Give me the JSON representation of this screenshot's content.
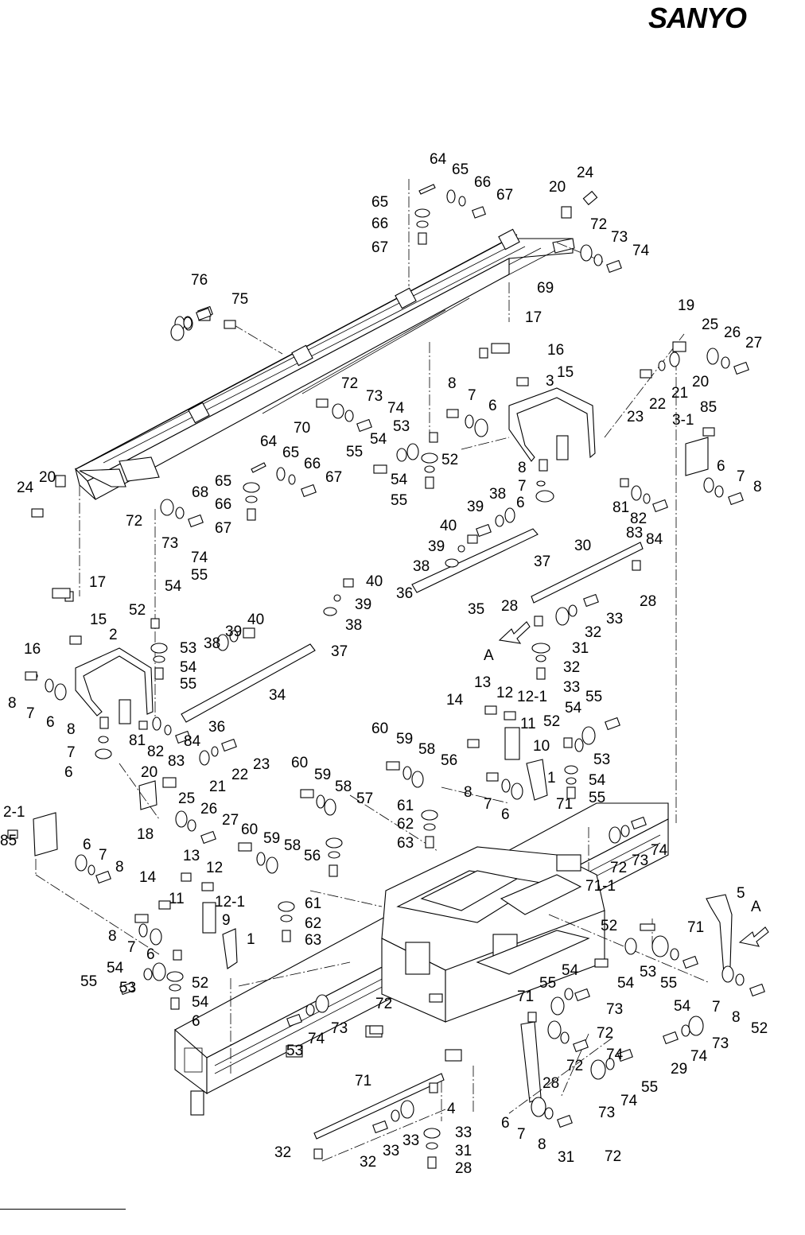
{
  "brand": {
    "logo_text": "SANYO"
  },
  "view_marker": "A",
  "part_numbers": [
    "64",
    "65",
    "66",
    "67",
    "20",
    "24",
    "65",
    "66",
    "67",
    "72",
    "73",
    "74",
    "76",
    "75",
    "69",
    "19",
    "25",
    "26",
    "27",
    "17",
    "16",
    "15",
    "20",
    "21",
    "22",
    "23",
    "72",
    "73",
    "74",
    "70",
    "8",
    "7",
    "6",
    "3",
    "53",
    "54",
    "55",
    "52",
    "54",
    "55",
    "64",
    "65",
    "66",
    "67",
    "24",
    "20",
    "68",
    "65",
    "66",
    "67",
    "85",
    "3-1",
    "72",
    "73",
    "74",
    "6",
    "7",
    "8",
    "8",
    "7",
    "6",
    "39",
    "38",
    "40",
    "81",
    "82",
    "83",
    "84",
    "39",
    "38",
    "37",
    "30",
    "36",
    "35",
    "17",
    "55",
    "54",
    "40",
    "39",
    "52",
    "15",
    "38",
    "16",
    "2",
    "53",
    "37",
    "38",
    "39",
    "40",
    "54",
    "28",
    "28",
    "33",
    "32",
    "55",
    "31",
    "8",
    "7",
    "6",
    "34",
    "32",
    "33",
    "36",
    "13",
    "12",
    "55",
    "12-1",
    "14",
    "54",
    "8",
    "7",
    "60",
    "81",
    "82",
    "83",
    "84",
    "11",
    "52",
    "59",
    "10",
    "58",
    "23",
    "56",
    "53",
    "6",
    "21",
    "22",
    "60",
    "59",
    "20",
    "54",
    "58",
    "8",
    "57",
    "55",
    "7",
    "61",
    "71",
    "25",
    "26",
    "27",
    "6",
    "62",
    "1",
    "2-1",
    "63",
    "74",
    "18",
    "73",
    "85",
    "60",
    "59",
    "72",
    "58",
    "6",
    "7",
    "8",
    "56",
    "71-1",
    "61",
    "13",
    "12",
    "62",
    "14",
    "63",
    "11",
    "12-1",
    "5",
    "9",
    "71",
    "52",
    "8",
    "1",
    "7",
    "6",
    "54",
    "55",
    "52",
    "53",
    "53",
    "54",
    "54",
    "54",
    "55",
    "6",
    "7",
    "8",
    "52",
    "71",
    "72",
    "73",
    "74",
    "53",
    "55",
    "54",
    "72",
    "73",
    "74",
    "29",
    "71",
    "28",
    "4",
    "6",
    "7",
    "8",
    "31",
    "33",
    "32",
    "33",
    "28",
    "32",
    "31",
    "33",
    "72",
    "73",
    "74",
    "55",
    "72",
    "73",
    "74"
  ]
}
